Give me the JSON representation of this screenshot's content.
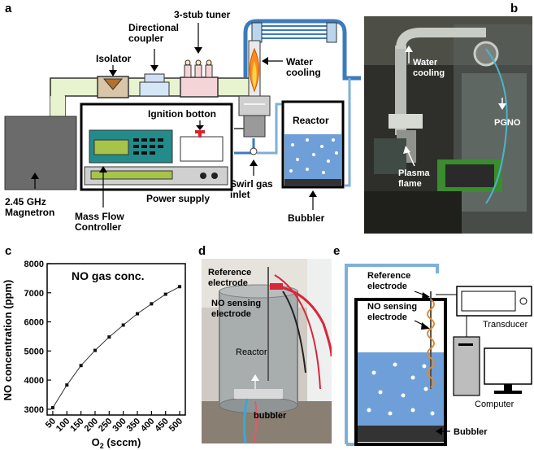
{
  "panel_labels": {
    "a": "a",
    "b": "b",
    "c": "c",
    "d": "d",
    "e": "e"
  },
  "panel_a": {
    "magnetron": "2.45 GHz\nMagnetron",
    "isolator": "Isolator",
    "directional_coupler": "Directional\ncoupler",
    "stub_tuner": "3-stub tuner",
    "water_cooling": "Water\ncooling",
    "ignition": "Ignition botton",
    "reactor": "Reactor",
    "mass_flow": "Mass Flow\nController",
    "power_supply": "Power supply",
    "swirl_gas": "Swirl gas\ninlet",
    "bubbler": "Bubbler"
  },
  "panel_b": {
    "water_cooling": "Water\ncooling",
    "pgno": "PGNO",
    "plasma_flame": "Plasma\nflame"
  },
  "panel_d": {
    "reference": "Reference\nelectrode",
    "no_sensing": "NO sensing\nelectrode",
    "reactor": "Reactor",
    "bubbler": "bubbler"
  },
  "panel_e": {
    "reference": "Reference\nelectrode",
    "no_sensing": "NO sensing\nelectrode",
    "transducer": "Transducer",
    "computer": "Computer",
    "bubbler": "Bubbler"
  },
  "chart_data": {
    "type": "line",
    "title": "NO gas conc.",
    "xlabel": "O",
    "xlabel_sub": "2",
    "xlabel_unit": " (sccm)",
    "ylabel": "NO concentration (ppm)",
    "x": [
      50,
      100,
      150,
      200,
      250,
      300,
      350,
      400,
      450,
      500
    ],
    "y": [
      3050,
      3830,
      4500,
      5020,
      5480,
      5890,
      6280,
      6620,
      6950,
      7210
    ],
    "xticks": [
      "50",
      "100",
      "150",
      "200",
      "250",
      "300",
      "350",
      "400",
      "450",
      "500"
    ],
    "yticks": [
      "3000",
      "4000",
      "5000",
      "6000",
      "7000",
      "8000"
    ],
    "xlim": [
      30,
      520
    ],
    "ylim": [
      2800,
      8000
    ],
    "grid": false,
    "color": "#333333"
  }
}
